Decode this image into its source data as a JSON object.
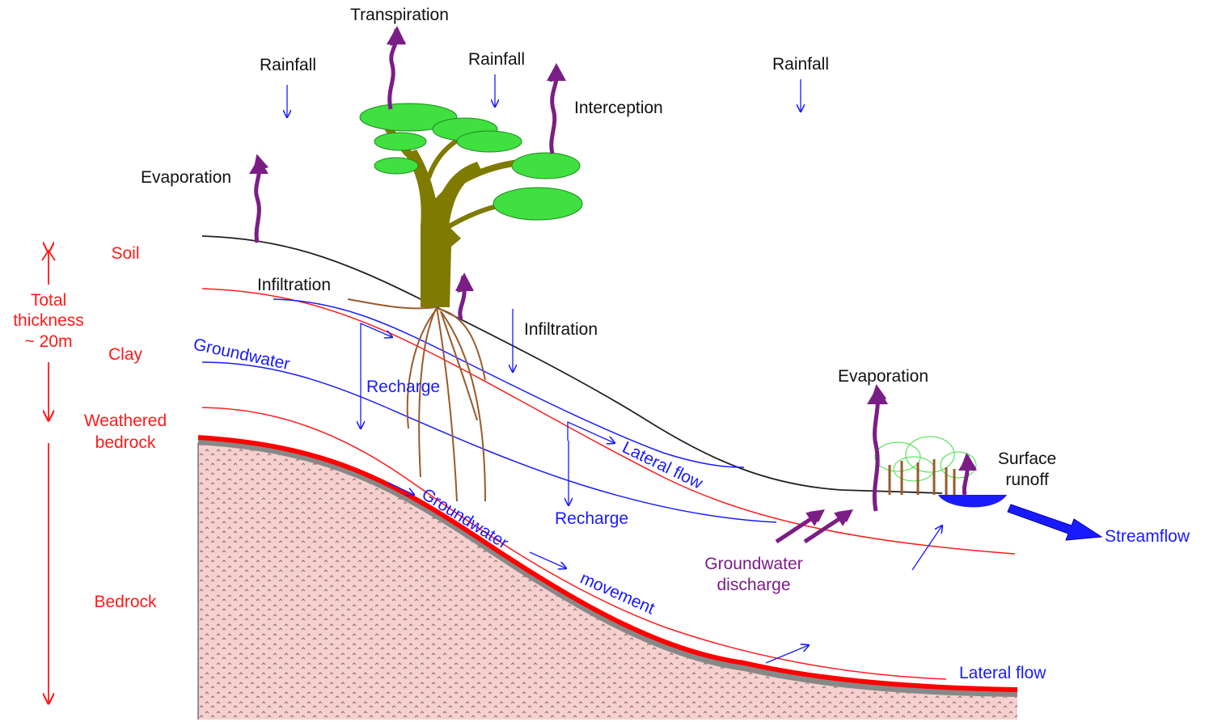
{
  "labels": {
    "transpiration": "Transpiration",
    "rainfall": "Rainfall",
    "interception": "Interception",
    "evaporation": "Evaporation",
    "infiltration": "Infiltration",
    "soil": "Soil",
    "total_thickness_line1": "Total",
    "total_thickness_line2": "thickness",
    "total_thickness_line3": "~ 20m",
    "clay": "Clay",
    "weathered_line1": "Weathered",
    "weathered_line2": "bedrock",
    "bedrock": "Bedrock",
    "groundwater": "Groundwater",
    "recharge": "Recharge",
    "lateral_flow": "Lateral flow",
    "groundwater_discharge_line1": "Groundwater",
    "groundwater_discharge_line2": "discharge",
    "surface_runoff_line1": "Surface",
    "surface_runoff_line2": "runoff",
    "streamflow": "Streamflow",
    "movement": "movement"
  },
  "colors": {
    "ground_line": "#222222",
    "layer_boundary": "#ff1a1a",
    "groundwater": "#1a1aff",
    "vapor_arrow": "#7a1e86",
    "bedrock_fill": "#f6cfcf",
    "bedrock_dots": "#8a6a6a",
    "tree_trunk": "#7f7a00",
    "roots": "#9a5a2a",
    "foliage": "#3fe03f",
    "water": "#1a1aff"
  },
  "icons": [
    "tree-icon",
    "shrubs-icon",
    "pond-icon"
  ]
}
